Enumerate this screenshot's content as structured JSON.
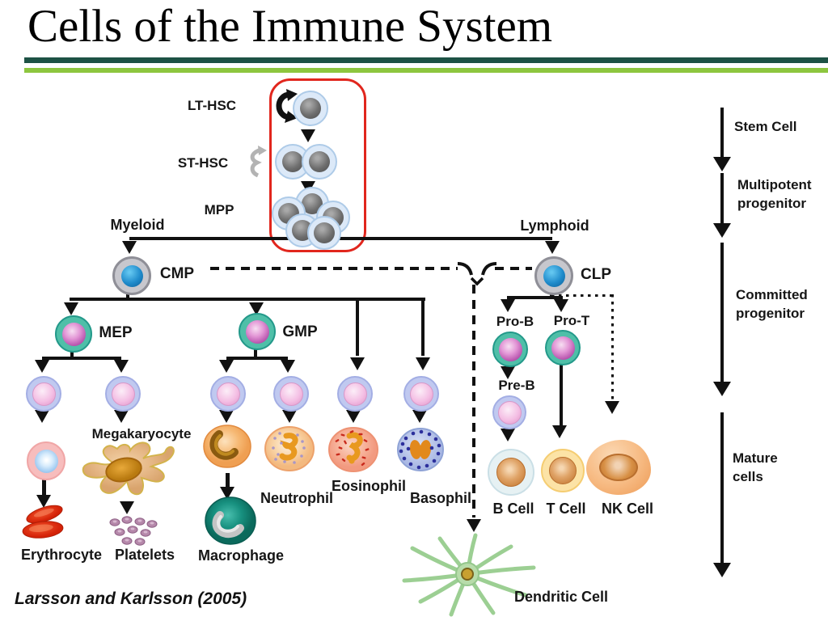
{
  "header": {
    "title": "Cells of the Immune System"
  },
  "footer": {
    "citation": "Larsson and Karlsson (2005)"
  },
  "colors": {
    "rule_dark_green": "#1d5245",
    "rule_light_green": "#8dc63f",
    "highlight_box_red": "#e1261d",
    "arrow_black": "#111111",
    "progenitor_teal": "#4fbfa8",
    "progenitor_magenta": "#b855ae",
    "cmp_clp_blue": "#1f8bcb"
  },
  "labels": {
    "lt_hsc": "LT-HSC",
    "st_hsc": "ST-HSC",
    "mpp": "MPP",
    "myeloid": "Myeloid",
    "lymphoid": "Lymphoid",
    "cmp": "CMP",
    "clp": "CLP",
    "mep": "MEP",
    "gmp": "GMP",
    "pro_b": "Pro-B",
    "pro_t": "Pro-T",
    "pre_b": "Pre-B",
    "megakaryocyte": "Megakaryocyte",
    "erythrocyte": "Erythrocyte",
    "platelets": "Platelets",
    "macrophage": "Macrophage",
    "neutrophil": "Neutrophil",
    "eosinophil": "Eosinophil",
    "basophil": "Basophil",
    "b_cell": "B Cell",
    "t_cell": "T Cell",
    "nk_cell": "NK Cell",
    "dendritic_cell": "Dendritic Cell"
  },
  "stages": {
    "stem": "Stem Cell",
    "multipotent_line1": "Multipotent",
    "multipotent_line2": "progenitor",
    "committed_line1": "Committed",
    "committed_line2": "progenitor",
    "mature_line1": "Mature",
    "mature_line2": "cells"
  }
}
